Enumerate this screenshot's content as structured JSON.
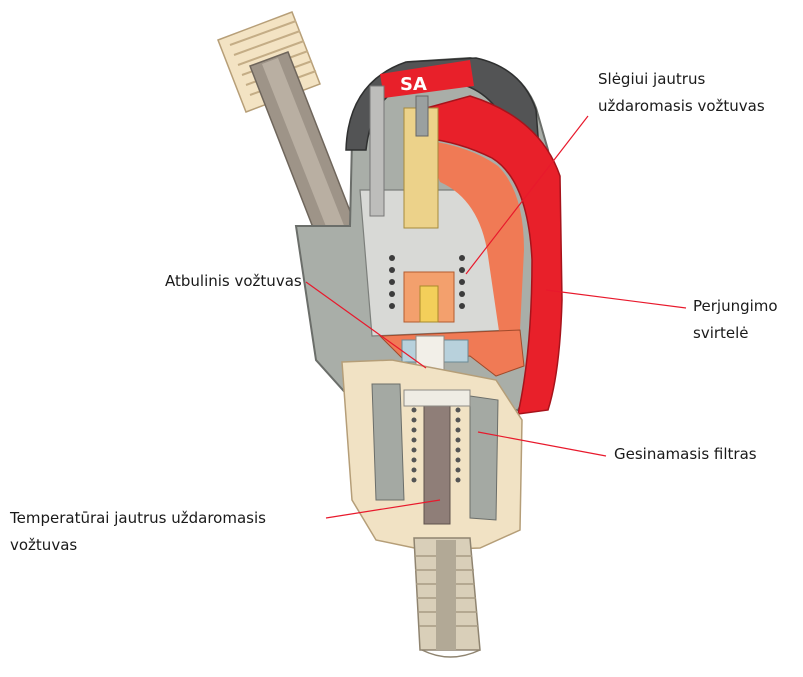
{
  "labels": {
    "pressure_valve": {
      "line1": "Slėgiui jautrus",
      "line2": "uždaromasis vožtuvas"
    },
    "check_valve": "Atbulinis vožtuvas",
    "switch_lever": {
      "line1": "Perjungimo",
      "line2": "svirtelė"
    },
    "extinguishing_filter": "Gesinamasis filtras",
    "thermal_valve": {
      "line1": "Temperatūrai jautrus uždaromasis",
      "line2": "vožtuvas"
    }
  },
  "colors": {
    "leader_line": "#e8192c",
    "lever_red": "#e8202a",
    "valve_orange": "#f07a55",
    "body_grey": "#a7aca6",
    "cap_dark": "#545556",
    "beige": "#f0e0c0"
  }
}
